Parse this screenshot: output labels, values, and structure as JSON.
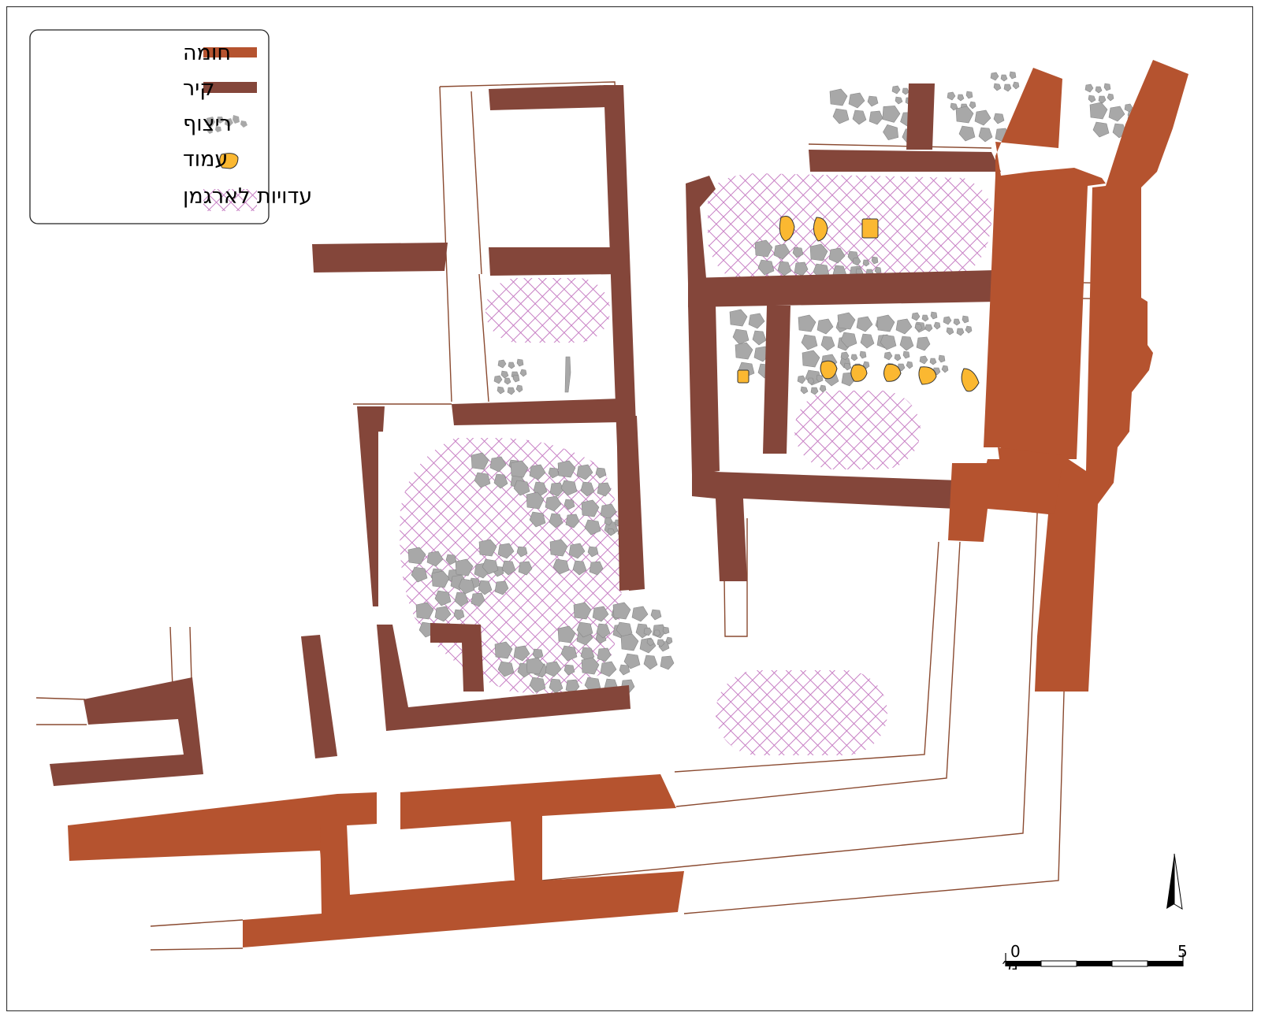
{
  "legend": {
    "items": [
      {
        "label": "חומה",
        "key": "city-wall",
        "color": "#b5532f"
      },
      {
        "label": "קיר",
        "key": "wall",
        "color": "#84463a"
      },
      {
        "label": "ריצוף",
        "key": "paving",
        "color": "#a8a8a8"
      },
      {
        "label": "עמוד",
        "key": "column",
        "color": "#fbb831"
      },
      {
        "label": "עדויות לארגמן",
        "key": "purple-dye-evidence",
        "color": "#c77fc4"
      }
    ]
  },
  "scale": {
    "start_label": "0",
    "end_label": "5",
    "unit_label": "מ׳"
  },
  "north_arrow": {
    "icon": "north-arrow-icon"
  },
  "colors": {
    "city_wall": "#b5532f",
    "wall": "#84463a",
    "paving": "#a8a8a8",
    "column": "#fbb831",
    "purple_hatch": "#c77fc4",
    "outline": "#8a4a30"
  }
}
